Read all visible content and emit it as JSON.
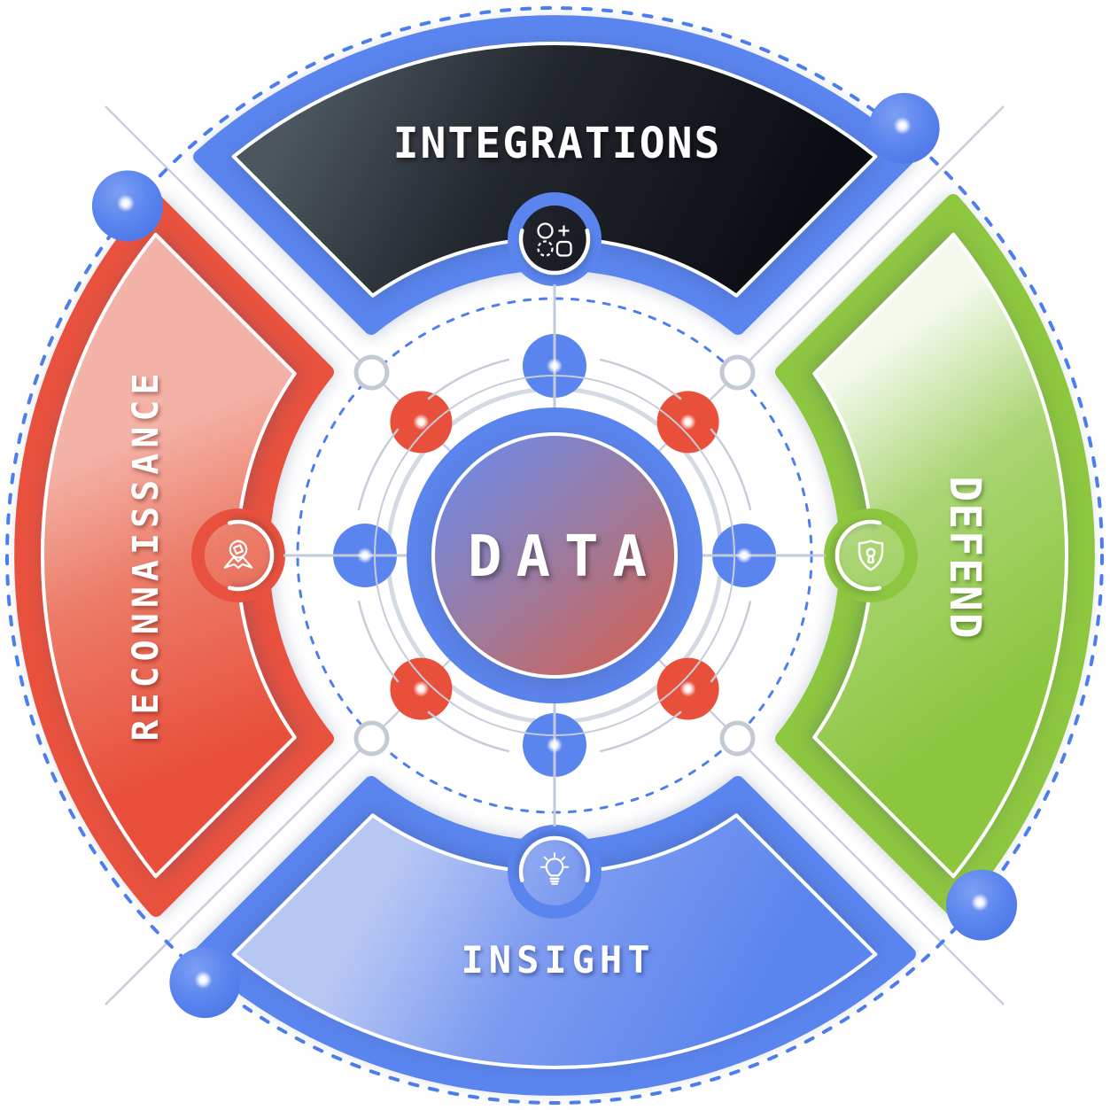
{
  "diagram": {
    "center": {
      "label": "DATA"
    },
    "wedges": [
      {
        "id": "integrations",
        "label": "INTEGRATIONS",
        "position": "top",
        "icon": "integration-shapes-icon",
        "rim_color": "#5b85ee",
        "fill_stops": [
          "#4d565f",
          "#23272e",
          "#0a0d12"
        ]
      },
      {
        "id": "defend",
        "label": "DEFEND",
        "position": "right",
        "icon": "shield-keyhole-icon",
        "rim_color": "#8dc63f",
        "fill_stops": [
          "#f3f9ec",
          "#aad573",
          "#8cc63f"
        ]
      },
      {
        "id": "insight",
        "label": "INSIGHT",
        "position": "bottom",
        "icon": "lightbulb-icon",
        "rim_color": "#5b85ee",
        "fill_stops": [
          "#b7c7f4",
          "#7e9cf0",
          "#5b85ee"
        ]
      },
      {
        "id": "reconnaissance",
        "label": "RECONNAISSANCE",
        "position": "left",
        "icon": "compass-map-icon",
        "rim_color": "#e8513d",
        "fill_stops": [
          "#f4b3a8",
          "#ec7c68",
          "#e8503c"
        ]
      }
    ],
    "colors": {
      "background": "#ffffff",
      "accent_blue": "#5b85ee",
      "accent_red": "#e8503c",
      "accent_green": "#8dc63f",
      "dashed_ring_blue": "#4d7ef0",
      "line_gray": "#c9cfda",
      "crosshair_gray": "#c3cbd8",
      "ring_gray_light": "#d4dae4",
      "ring_gray": "#c6cdd9",
      "open_node_stroke": "#c3cad5",
      "center_gradient": [
        "#6d8ae9",
        "#9d7a9d",
        "#d75f4e"
      ]
    }
  }
}
